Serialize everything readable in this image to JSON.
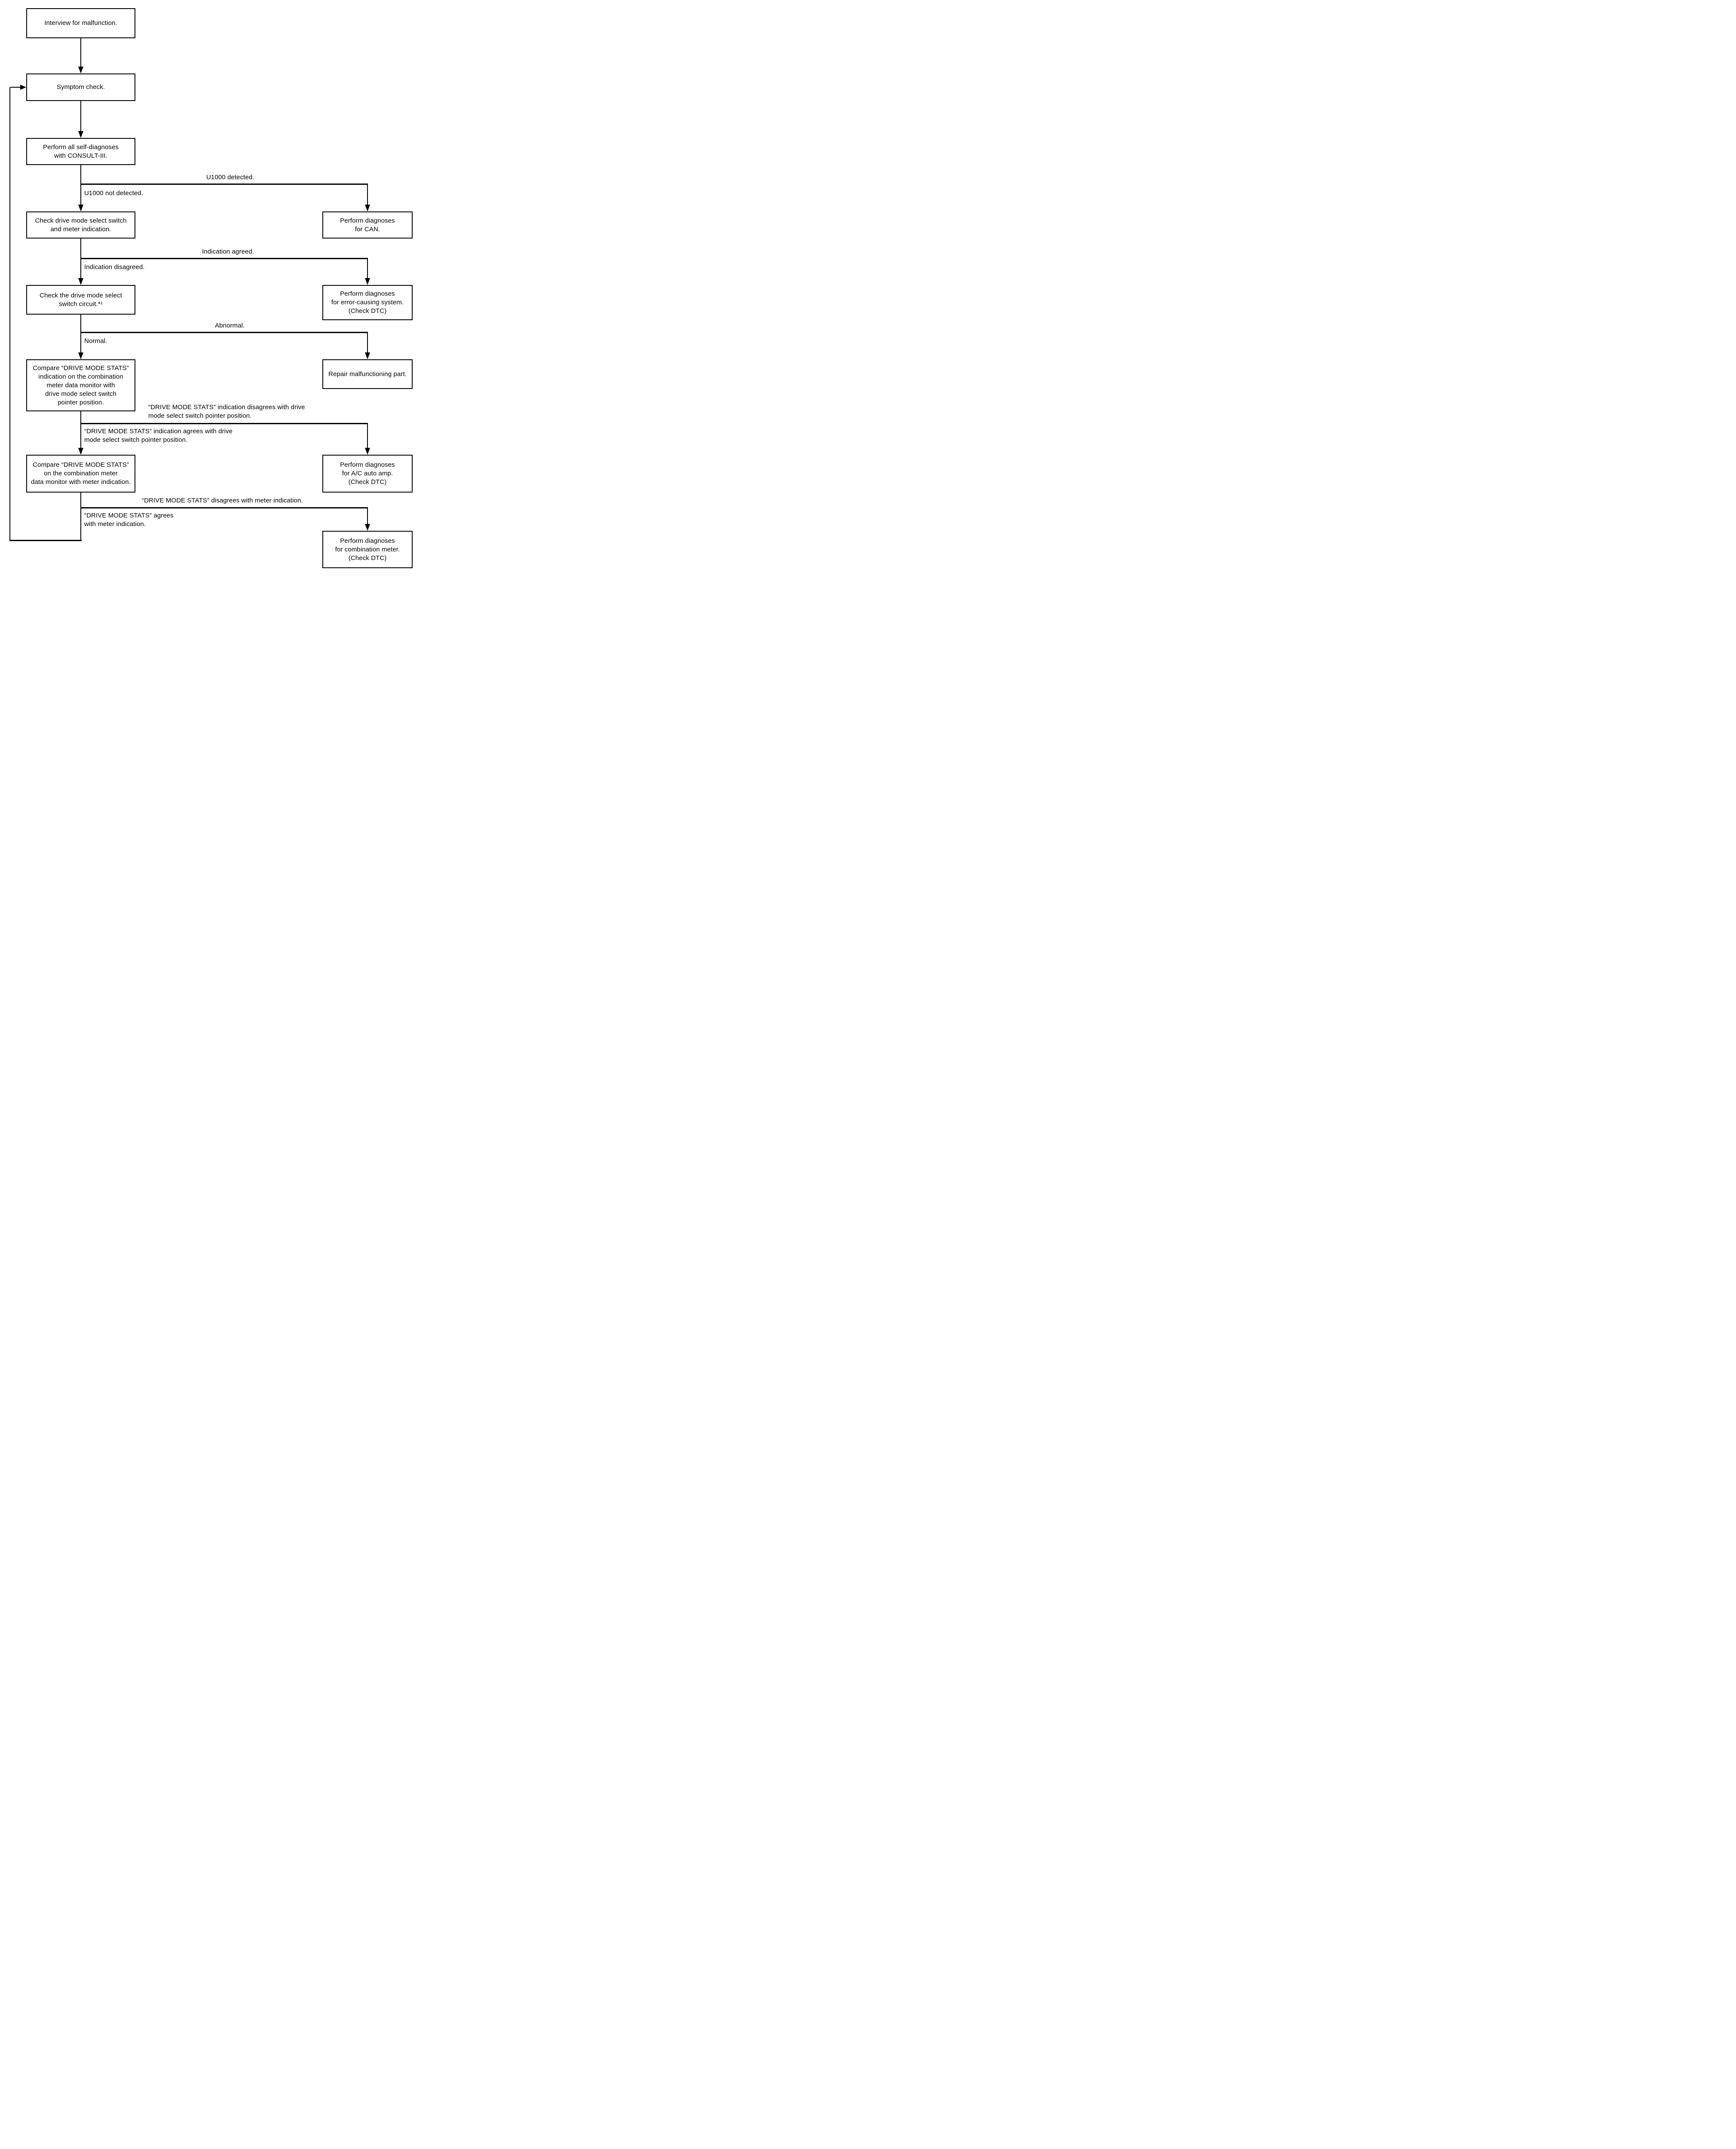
{
  "diagram": {
    "type": "flowchart",
    "background_color": "#ffffff",
    "line_color": "#000000",
    "nodes": {
      "interview": {
        "text": "Interview for malfunction."
      },
      "symptom_check": {
        "text": "Symptom check."
      },
      "self_diagnoses": {
        "text": "Perform all self-diagnoses\nwith CONSULT-III."
      },
      "check_switch_meter": {
        "text": "Check drive mode select switch\nand meter indication."
      },
      "check_switch_circuit": {
        "text": "Check the drive mode select\nswitch circuit.*¹"
      },
      "compare_dms_switch": {
        "text": "Compare “DRIVE MODE STATS”\nindication on the combination\nmeter data monitor with\ndrive mode select switch\npointer position."
      },
      "compare_dms_meter": {
        "text": "Compare “DRIVE MODE STATS”\non the combination meter\ndata monitor with meter indication."
      },
      "diagnose_can": {
        "text": "Perform diagnoses\nfor CAN."
      },
      "diagnose_error_system": {
        "text": "Perform diagnoses\nfor error-causing system.\n(Check DTC)"
      },
      "repair_part": {
        "text": "Repair malfunctioning part."
      },
      "diagnose_ac_amp": {
        "text": "Perform diagnoses\nfor A/C auto amp.\n(Check DTC)"
      },
      "diagnose_comb_meter": {
        "text": "Perform diagnoses\nfor combination meter.\n(Check DTC)"
      }
    },
    "edge_labels": {
      "u1000_detected": "U1000 detected.",
      "u1000_not_detected": "U1000 not detected.",
      "indication_agreed": "Indication agreed.",
      "indication_disagreed": "Indication disagreed.",
      "abnormal": "Abnormal.",
      "normal": "Normal.",
      "dms_disagrees_switch": "“DRIVE MODE STATS” indication disagrees with drive\nmode select switch pointer position.",
      "dms_agrees_switch": "“DRIVE MODE STATS” indication agrees with drive\nmode select switch pointer position.",
      "dms_disagrees_meter": "“DRIVE MODE STATS” disagrees with meter indication.",
      "dms_agrees_meter": "“DRIVE MODE STATS” agrees\nwith meter indication."
    }
  }
}
